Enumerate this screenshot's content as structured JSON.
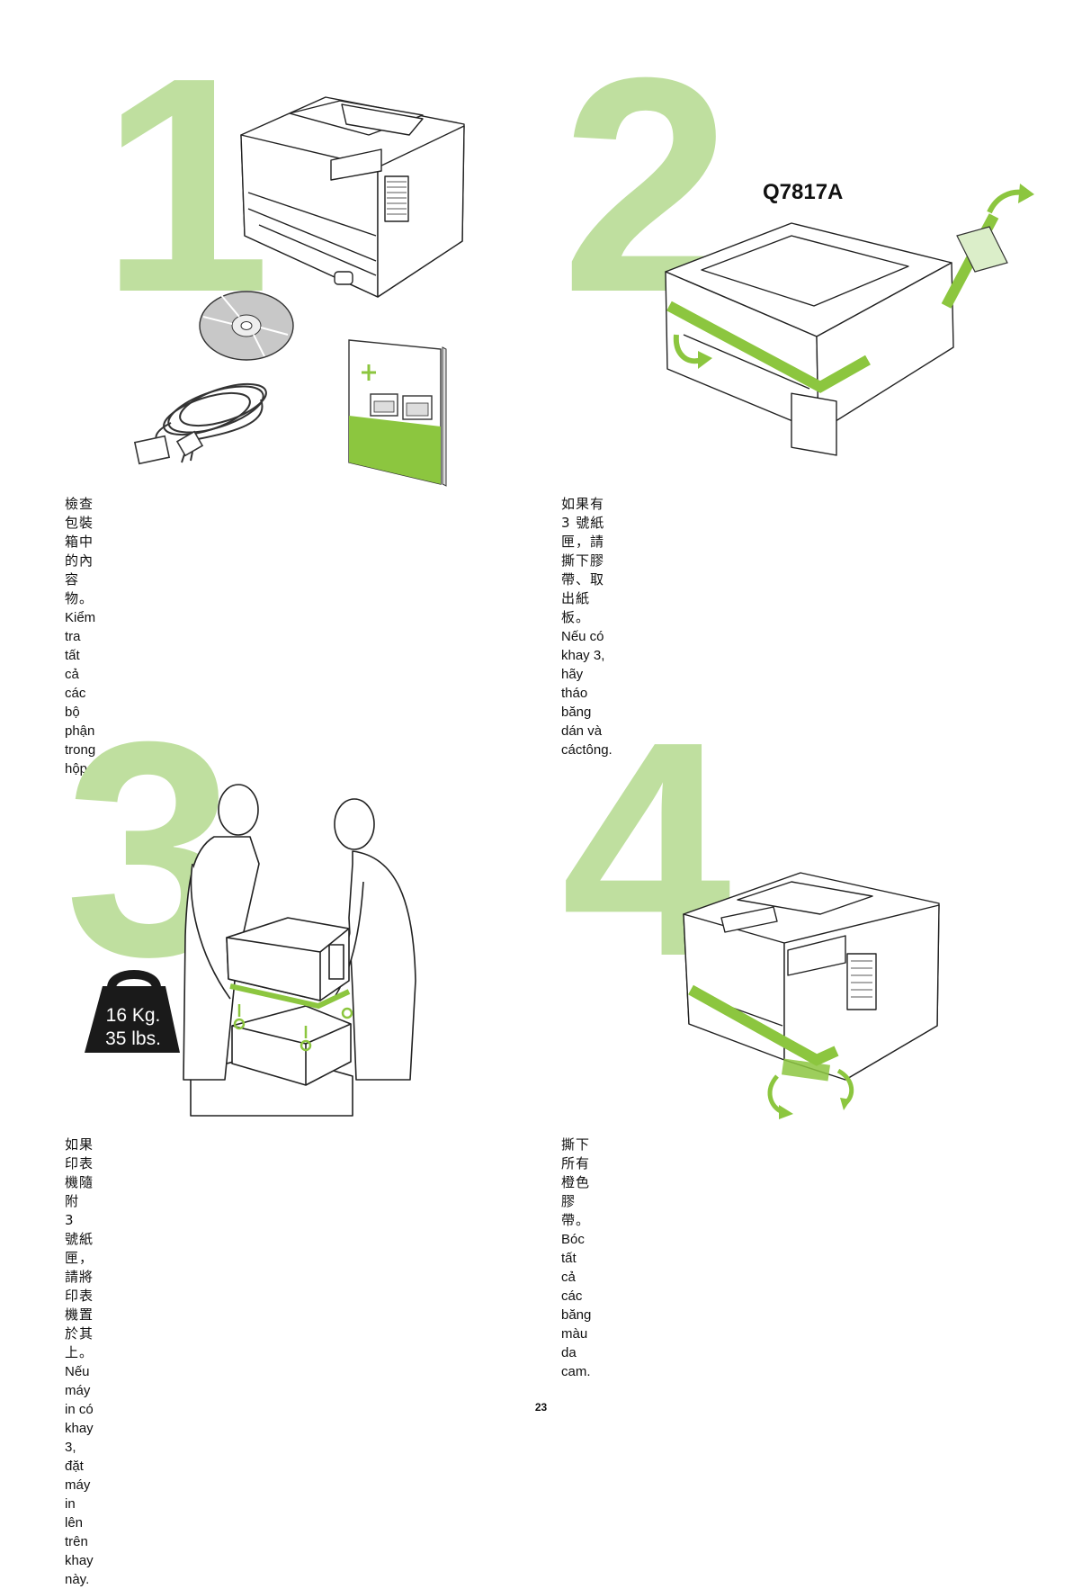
{
  "steps": [
    {
      "number": "1",
      "caption_zh": "檢查包裝箱中的內容物。",
      "caption_vi": "Kiểm tra tất cả các bộ phận trong hộp."
    },
    {
      "number": "2",
      "model": "Q7817A",
      "caption_zh": "如果有 3 號紙匣，請撕下膠帶、取出紙板。",
      "caption_vi": "Nếu có khay 3, hãy tháo băng dán và cáctông."
    },
    {
      "number": "3",
      "weight_kg": "16 Kg.",
      "weight_lbs": "35 lbs.",
      "caption_zh": "如果印表機隨附 3 號紙匣，請將印表機置於其上。",
      "caption_vi": "Nếu máy in có khay 3, đặt máy in lên trên khay này."
    },
    {
      "number": "4",
      "caption_zh": "撕下所有橙色膠帶。",
      "caption_vi": "Bóc tất cả các băng màu da cam."
    }
  ],
  "page_number": "23",
  "colors": {
    "accent_green": "#8cc63f",
    "number_green": "#bfdf9f",
    "ink": "#111111"
  }
}
